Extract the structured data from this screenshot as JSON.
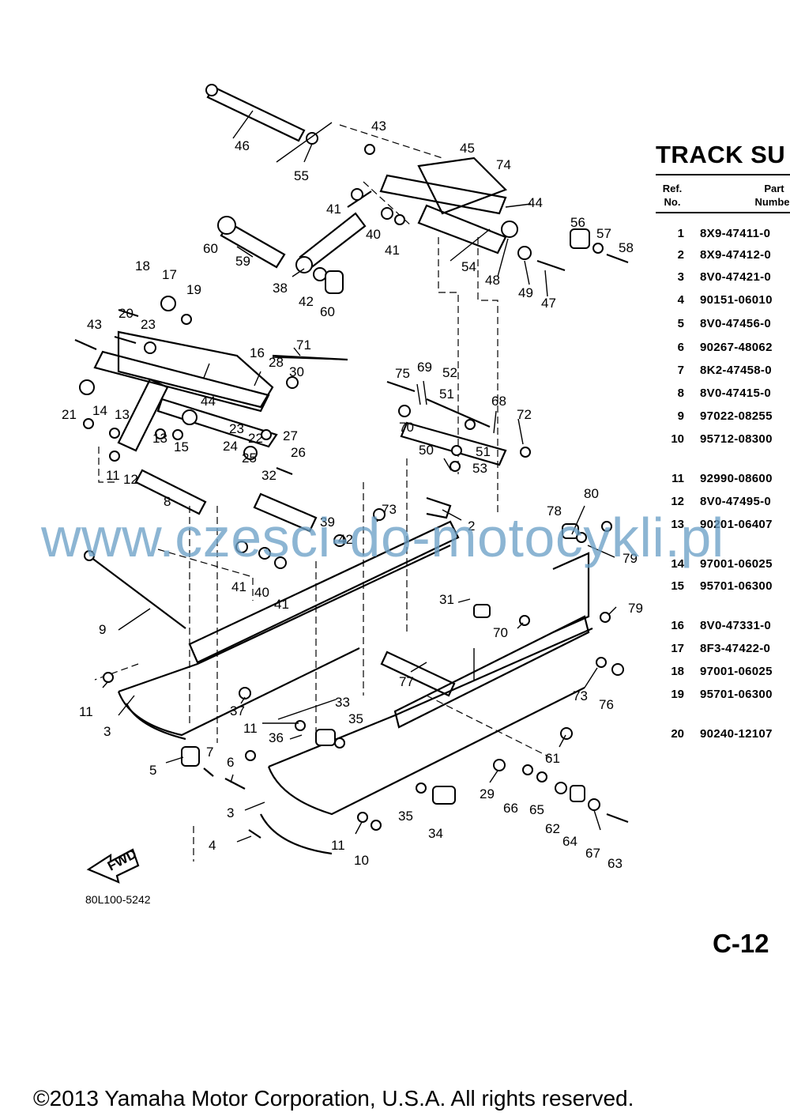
{
  "diagram": {
    "callouts": [
      "46",
      "55",
      "43",
      "45",
      "74",
      "44",
      "41",
      "40",
      "41",
      "56",
      "57",
      "58",
      "60",
      "59",
      "38",
      "42",
      "60",
      "54",
      "48",
      "49",
      "47",
      "18",
      "17",
      "19",
      "43",
      "20",
      "23",
      "16",
      "28",
      "30",
      "71",
      "75",
      "69",
      "52",
      "51",
      "68",
      "72",
      "21",
      "14",
      "13",
      "44",
      "23",
      "22",
      "27",
      "13",
      "15",
      "26",
      "24",
      "25",
      "70",
      "50",
      "51",
      "53",
      "11",
      "12",
      "8",
      "32",
      "73",
      "80",
      "78",
      "39",
      "42",
      "2",
      "79",
      "41",
      "40",
      "41",
      "31",
      "79",
      "9",
      "70",
      "77",
      "73",
      "76",
      "11",
      "3",
      "37",
      "33",
      "11",
      "35",
      "36",
      "61",
      "5",
      "7",
      "6",
      "29",
      "66",
      "65",
      "62",
      "64",
      "3",
      "35",
      "34",
      "67",
      "63",
      "4",
      "11",
      "10"
    ],
    "fwd_label": "FWD",
    "catalog_code": "80L100-5242"
  },
  "parts_list": {
    "title": "TRACK SU",
    "header": {
      "ref_line1": "Ref.",
      "ref_line2": "No.",
      "part_line1": "Part",
      "part_line2": "Number"
    },
    "rows": [
      {
        "ref": "1",
        "part_number": "8X9-47411-0"
      },
      {
        "ref": "2",
        "part_number": "8X9-47412-0"
      },
      {
        "ref": "3",
        "part_number": "8V0-47421-0"
      },
      {
        "ref": "4",
        "part_number": "90151-06010"
      },
      {
        "ref": "5",
        "part_number": "8V0-47456-0"
      },
      {
        "ref": "6",
        "part_number": "90267-48062"
      },
      {
        "ref": "7",
        "part_number": "8K2-47458-0"
      },
      {
        "ref": "8",
        "part_number": "8V0-47415-0"
      },
      {
        "ref": "9",
        "part_number": "97022-08255"
      },
      {
        "ref": "10",
        "part_number": "95712-08300"
      },
      {
        "ref": "11",
        "part_number": "92990-08600"
      },
      {
        "ref": "12",
        "part_number": "8V0-47495-0"
      },
      {
        "ref": "13",
        "part_number": "90201-06407"
      },
      {
        "ref": "14",
        "part_number": "97001-06025"
      },
      {
        "ref": "15",
        "part_number": "95701-06300"
      },
      {
        "ref": "16",
        "part_number": "8V0-47331-0"
      },
      {
        "ref": "17",
        "part_number": "8F3-47422-0"
      },
      {
        "ref": "18",
        "part_number": "97001-06025"
      },
      {
        "ref": "19",
        "part_number": "95701-06300"
      },
      {
        "ref": "20",
        "part_number": "90240-12107"
      }
    ]
  },
  "page_number": "C-12",
  "watermark": "www.czesci-do-motocykli.pl",
  "copyright": "©2013 Yamaha Motor Corporation, U.S.A. All rights reserved."
}
